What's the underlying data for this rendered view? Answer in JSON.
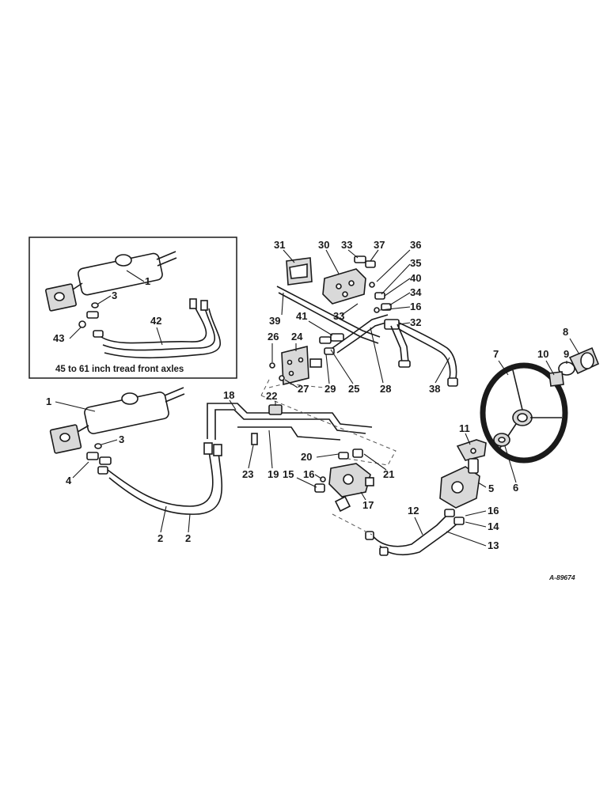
{
  "inset": {
    "caption": "45 to 61 inch tread front axles"
  },
  "reference_number": "A-89674",
  "callouts": {
    "c1_inset": "1",
    "c3_inset": "3",
    "c42": "42",
    "c43": "43",
    "c1": "1",
    "c3": "3",
    "c4": "4",
    "c2a": "2",
    "c2b": "2",
    "c18": "18",
    "c22": "22",
    "c19": "19",
    "c23": "23",
    "c20": "20",
    "c21": "21",
    "c15": "15",
    "c16a": "16",
    "c17": "17",
    "c26": "26",
    "c24": "24",
    "c27": "27",
    "c29": "29",
    "c25": "25",
    "c28": "28",
    "c31": "31",
    "c30": "30",
    "c33a": "33",
    "c37": "37",
    "c36": "36",
    "c35": "35",
    "c40": "40",
    "c34": "34",
    "c16b": "16",
    "c32": "32",
    "c39": "39",
    "c41": "41",
    "c33b": "33",
    "c38": "38",
    "c7": "7",
    "c8": "8",
    "c10": "10",
    "c9": "9",
    "c11": "11",
    "c6": "6",
    "c5": "5",
    "c12": "12",
    "c16c": "16",
    "c14": "14",
    "c13": "13"
  }
}
